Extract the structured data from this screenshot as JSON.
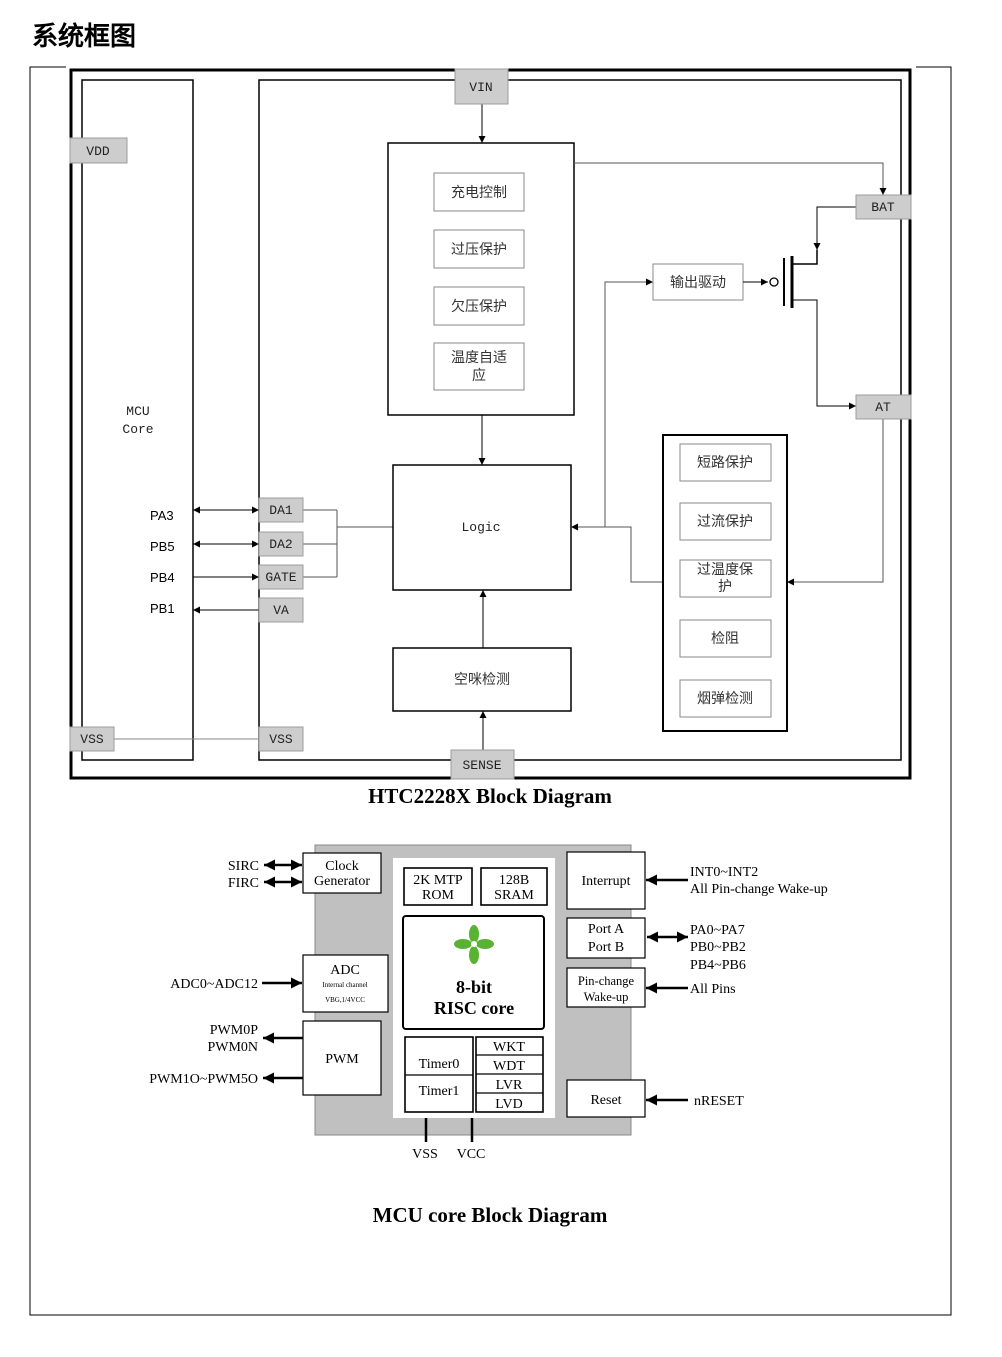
{
  "page": {
    "heading": "系统框图"
  },
  "colors": {
    "pin_label_fill": "#cdcdcd",
    "mcu_core_background": "#c0c0c0",
    "logo_green": "#5ab232"
  },
  "htc_diagram": {
    "title": "HTC2228X Block Diagram",
    "mcu_core_label": [
      "MCU",
      "Core"
    ],
    "mcu_pins": [
      "PA3",
      "PB5",
      "PB4",
      "PB1"
    ],
    "chip_pins": {
      "vin": "VIN",
      "vdd": "VDD",
      "bat": "BAT",
      "at": "AT",
      "sense": "SENSE",
      "da1": "DA1",
      "da2": "DA2",
      "gate": "GATE",
      "va": "VA",
      "vss_mcu": "VSS",
      "vss_chip": "VSS"
    },
    "charge_block": {
      "charge_control": "充电控制",
      "over_voltage_protection": "过压保护",
      "under_voltage_protection": "欠压保护",
      "temperature_adaptive": [
        "温度自适",
        "应"
      ]
    },
    "logic": "Logic",
    "mic_detection": "空咪检测",
    "output_driver": "输出驱动",
    "protection_block": {
      "short_circuit_protection": "短路保护",
      "over_current_protection": "过流保护",
      "over_temperature_protection": [
        "过温度保",
        "护"
      ],
      "resistance_check": "检阻",
      "cartridge_detection": "烟弹检测"
    }
  },
  "mcu_diagram": {
    "title": "MCU core Block Diagram",
    "clock": {
      "name": [
        "Clock",
        "Generator"
      ],
      "inputs": [
        "SIRC",
        "FIRC"
      ]
    },
    "adc": {
      "name": "ADC",
      "sub": [
        "Internal channel",
        "VBG,1/4VCC"
      ],
      "input": "ADC0~ADC12"
    },
    "pwm": {
      "name": "PWM",
      "outputs": [
        "PWM0P",
        "PWM0N",
        "PWM1O~PWM5O"
      ]
    },
    "rom": [
      "2K MTP",
      "ROM"
    ],
    "sram": [
      "128B",
      "SRAM"
    ],
    "core": [
      "8-bit",
      "RISC core"
    ],
    "timers": [
      "Timer0",
      "Timer1"
    ],
    "system": [
      "WKT",
      "WDT",
      "LVR",
      "LVD"
    ],
    "interrupt": {
      "name": "Interrupt",
      "signals": [
        "INT0~INT2",
        "All Pin-change Wake-up"
      ]
    },
    "ports": {
      "names": [
        "Port A",
        "Port B"
      ],
      "pins": [
        "PA0~PA7",
        "PB0~PB2",
        "PB4~PB6"
      ]
    },
    "pin_change": {
      "name": [
        "Pin-change",
        "Wake-up"
      ],
      "pins": "All Pins"
    },
    "reset": {
      "name": "Reset",
      "pin": "nRESET"
    },
    "power": [
      "VSS",
      "VCC"
    ]
  }
}
